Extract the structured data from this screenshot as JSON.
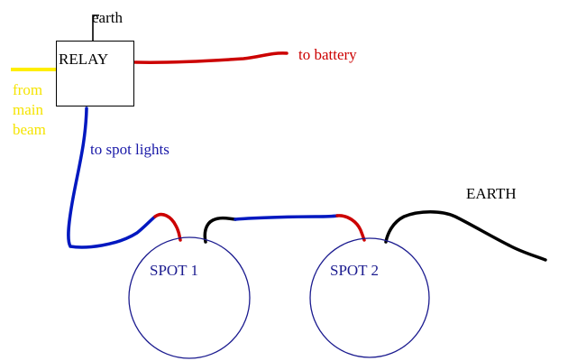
{
  "relay": {
    "label": "RELAY"
  },
  "labels": {
    "earth_small": "earth",
    "to_battery": "to battery",
    "from_main_beam": "from main beam",
    "to_spot_lights": "to spot lights",
    "earth_big": "EARTH"
  },
  "spots": [
    {
      "label": "SPOT 1"
    },
    {
      "label": "SPOT 2"
    }
  ],
  "colors": {
    "battery_wire": "#cc0000",
    "main_beam_wire": "#ffee00",
    "spot_wire": "#0018c0",
    "earth_wire": "#000000",
    "spot_outline": "#1b1b8f",
    "battery_text": "#cc0000",
    "main_beam_text": "#f5e400",
    "spot_lights_text": "#1a1aa8"
  }
}
